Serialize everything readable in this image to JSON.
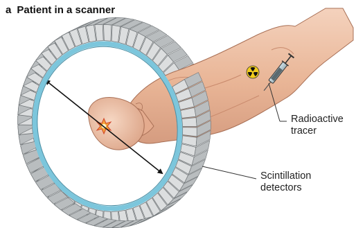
{
  "figure": {
    "panel_letter": "a",
    "panel_title": "Patient in a scanner",
    "labels": {
      "tracer": [
        "Radioactive",
        "tracer"
      ],
      "detectors": [
        "Scintillation",
        "detectors"
      ]
    },
    "colors": {
      "skin": "#eec0a6",
      "skin_shadow": "#d29a7e",
      "ring_face": "#7cc6dc",
      "detector_block": "#dcdedf",
      "detector_edge": "#6d7275",
      "hazard_yellow": "#f2cc1e"
    },
    "icons": [
      "syringe-icon",
      "radiation-symbol-icon",
      "emission-burst-icon"
    ]
  }
}
